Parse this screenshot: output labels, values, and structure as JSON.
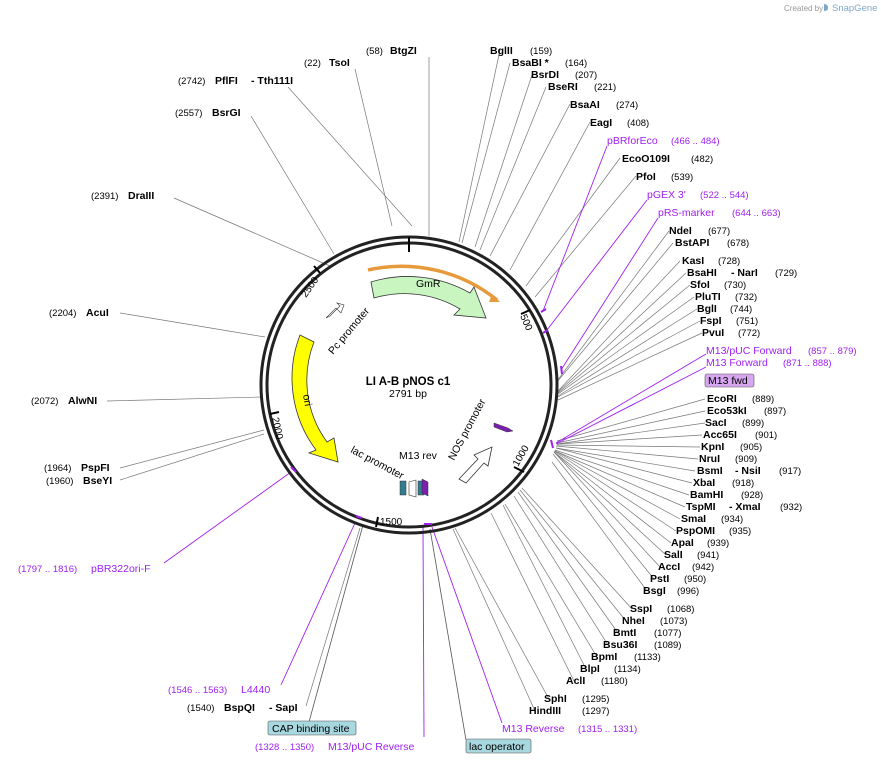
{
  "credit": {
    "prefix": "Created by",
    "brand": "SnapGene"
  },
  "plasmid": {
    "name": "LI A-B pNOS   c1",
    "length_label": "2791 bp"
  },
  "ticks": [
    "500",
    "1000",
    "1500",
    "2000",
    "2500"
  ],
  "features": {
    "gmr": "GmR",
    "ori": "ori",
    "pc_promoter": "Pc promoter",
    "lac_promoter": "lac promoter",
    "m13_rev": "M13 rev",
    "nos_promoter": "NOS promoter"
  },
  "sites_right": [
    {
      "name": "BglII",
      "pos": "(159)"
    },
    {
      "name": "BsaBI *",
      "pos": "(164)"
    },
    {
      "name": "BsrDI",
      "pos": "(207)"
    },
    {
      "name": "BseRI",
      "pos": "(221)"
    },
    {
      "name": "BsaAI",
      "pos": "(274)"
    },
    {
      "name": "EagI",
      "pos": "(408)"
    },
    {
      "name": "EcoO109I",
      "pos": "(482)"
    },
    {
      "name": "PfoI",
      "pos": "(539)"
    },
    {
      "name": "NdeI",
      "pos": "(677)"
    },
    {
      "name": "BstAPI",
      "pos": "(678)"
    },
    {
      "name": "KasI",
      "pos": "(728)"
    },
    {
      "name": "BsaHI",
      "name2": "- NarI",
      "pos": "(729)"
    },
    {
      "name": "SfoI",
      "pos": "(730)"
    },
    {
      "name": "PluTI",
      "pos": "(732)"
    },
    {
      "name": "BglI",
      "pos": "(744)"
    },
    {
      "name": "FspI",
      "pos": "(751)"
    },
    {
      "name": "PvuI",
      "pos": "(772)"
    },
    {
      "name": "EcoRI",
      "pos": "(889)"
    },
    {
      "name": "Eco53kI",
      "pos": "(897)"
    },
    {
      "name": "SacI",
      "pos": "(899)"
    },
    {
      "name": "Acc65I",
      "pos": "(901)"
    },
    {
      "name": "KpnI",
      "pos": "(905)"
    },
    {
      "name": "NruI",
      "pos": "(909)"
    },
    {
      "name": "BsmI",
      "name2": "- NsiI",
      "pos": "(917)"
    },
    {
      "name": "XbaI",
      "pos": "(918)"
    },
    {
      "name": "BamHI",
      "pos": "(928)"
    },
    {
      "name": "TspMI",
      "name2": "- XmaI",
      "pos": "(932)"
    },
    {
      "name": "SmaI",
      "pos": "(934)"
    },
    {
      "name": "PspOMI",
      "pos": "(935)"
    },
    {
      "name": "ApaI",
      "pos": "(939)"
    },
    {
      "name": "SalI",
      "pos": "(941)"
    },
    {
      "name": "AccI",
      "pos": "(942)"
    },
    {
      "name": "PstI",
      "pos": "(950)"
    },
    {
      "name": "BsgI",
      "pos": "(996)"
    },
    {
      "name": "SspI",
      "pos": "(1068)"
    },
    {
      "name": "NheI",
      "pos": "(1073)"
    },
    {
      "name": "BmtI",
      "pos": "(1077)"
    },
    {
      "name": "Bsu36I",
      "pos": "(1089)"
    },
    {
      "name": "BpmI",
      "pos": "(1133)"
    },
    {
      "name": "BlpI",
      "pos": "(1134)"
    },
    {
      "name": "AclI",
      "pos": "(1180)"
    },
    {
      "name": "SphI",
      "pos": "(1295)"
    },
    {
      "name": "HindIII",
      "pos": "(1297)"
    }
  ],
  "sites_left": [
    {
      "name": "TsoI",
      "pos": "(22)"
    },
    {
      "name": "BtgZI",
      "pos": "(58)"
    },
    {
      "name": "PflFI",
      "name2": "- Tth111I",
      "pos": "(2742)"
    },
    {
      "name": "BsrGI",
      "pos": "(2557)"
    },
    {
      "name": "DraIII",
      "pos": "(2391)"
    },
    {
      "name": "AcuI",
      "pos": "(2204)"
    },
    {
      "name": "AlwNI",
      "pos": "(2072)"
    },
    {
      "name": "PspFI",
      "pos": "(1964)"
    },
    {
      "name": "BseYI",
      "pos": "(1960)"
    },
    {
      "name": "BspQI",
      "name2": "- SapI",
      "pos": "(1540)"
    }
  ],
  "primers": [
    {
      "name": "pBRforEco",
      "range": "(466 .. 484)"
    },
    {
      "name": "pGEX 3'",
      "range": "(522 .. 544)"
    },
    {
      "name": "pRS-marker",
      "range": "(644 .. 663)"
    },
    {
      "name": "M13/pUC Forward",
      "range": "(857 .. 879)"
    },
    {
      "name": "M13 Forward",
      "range": "(871 .. 888)"
    },
    {
      "name": "M13 Reverse",
      "range": "(1315 .. 1331)"
    },
    {
      "name": "M13/pUC Reverse",
      "range": "(1328 .. 1350)"
    },
    {
      "name": "L4440",
      "range": "(1546 .. 1563)"
    },
    {
      "name": "pBR322ori-F",
      "range": "(1797 .. 1816)"
    }
  ],
  "boxes": {
    "m13fwd": "M13 fwd",
    "cap": "CAP binding site",
    "lacop": "lac operator"
  },
  "colors": {
    "gmr_fill": "#c8f5c0",
    "ori_fill": "#ffff00",
    "primer": "#a020f0",
    "orange_arc": "#e69a3c",
    "box_teal": "#a8d8df",
    "box_purple": "#d7a6f0"
  }
}
